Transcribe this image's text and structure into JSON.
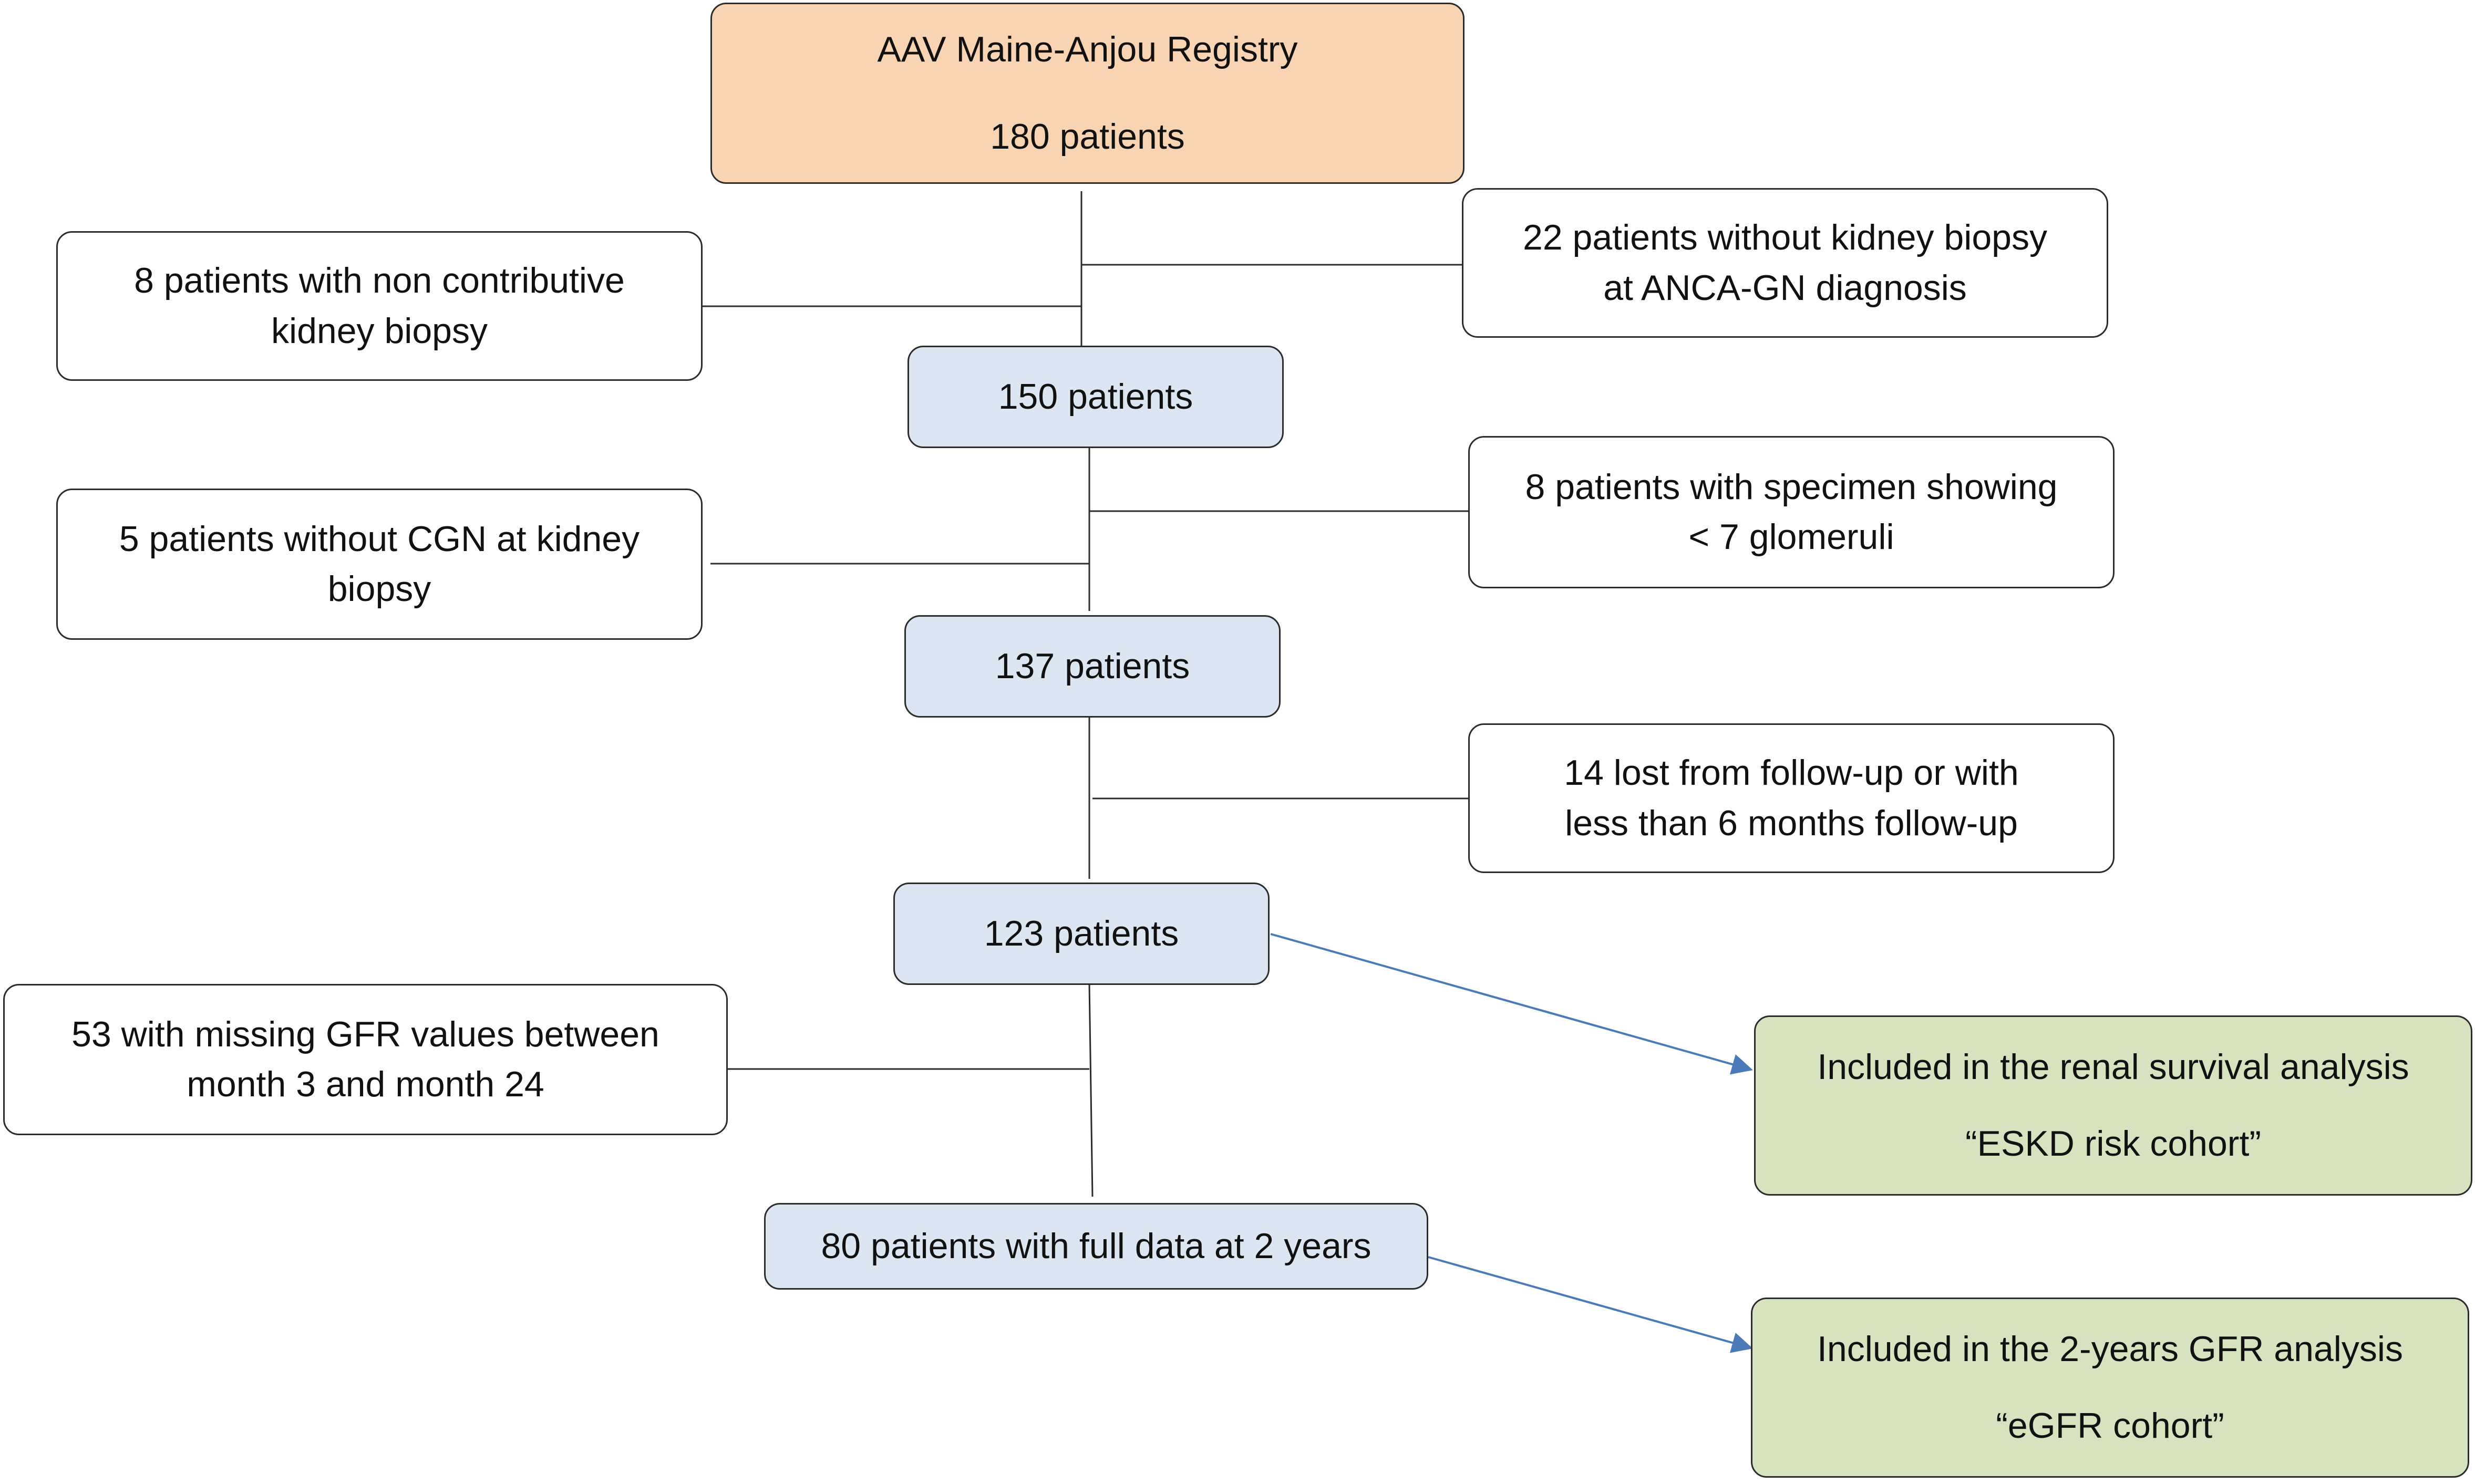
{
  "registry": {
    "title": "AAV Maine-Anjou Registry",
    "count": "180 patients"
  },
  "steps": {
    "s150": "150 patients",
    "s137": "137 patients",
    "s123": "123 patients",
    "s80": "80 patients with full data at 2 years"
  },
  "exclusions": {
    "no_biopsy": [
      "22 patients without kidney biopsy",
      "at ANCA-GN diagnosis"
    ],
    "non_contributive": [
      "8 patients with non contributive",
      "kidney biopsy"
    ],
    "few_glomeruli": [
      "8 patients with specimen showing",
      "< 7 glomeruli"
    ],
    "no_cgn": [
      "5 patients without CGN at kidney",
      "biopsy"
    ],
    "lost_followup": [
      "14 lost from follow-up or with",
      "less than 6 months follow-up"
    ],
    "missing_gfr": [
      "53 with missing GFR values between",
      "month 3 and month 24"
    ]
  },
  "outcomes": {
    "eskd": {
      "line1": "Included in the renal survival analysis",
      "line2": "“ESKD risk cohort”"
    },
    "egfr": {
      "line1": "Included in the 2-years GFR analysis",
      "line2": "“eGFR cohort”"
    }
  },
  "colors": {
    "start_fill": "#f9d4b3",
    "step_fill": "#dce6f2",
    "outcome_fill": "#d7e3bf",
    "arrow": "#4a7ab8",
    "line": "#2b2b2b"
  }
}
